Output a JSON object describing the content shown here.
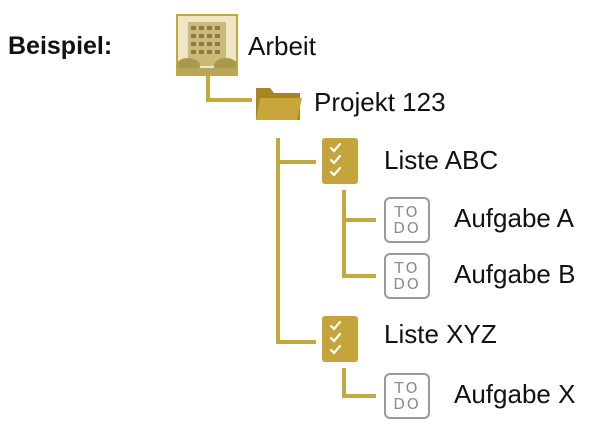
{
  "heading": "Beispiel:",
  "tree": {
    "root": {
      "label": "Arbeit",
      "icon": "building-photo-icon"
    },
    "project": {
      "label": "Projekt 123",
      "icon": "folder-icon"
    },
    "lists": [
      {
        "label": "Liste ABC",
        "icon": "checklist-icon",
        "tasks": [
          {
            "label": "Aufgabe A",
            "icon": "todo-icon",
            "icon_text": [
              "TO",
              "DO"
            ]
          },
          {
            "label": "Aufgabe B",
            "icon": "todo-icon",
            "icon_text": [
              "TO",
              "DO"
            ]
          }
        ]
      },
      {
        "label": "Liste XYZ",
        "icon": "checklist-icon",
        "tasks": [
          {
            "label": "Aufgabe X",
            "icon": "todo-icon",
            "icon_text": [
              "TO",
              "DO"
            ]
          }
        ]
      }
    ]
  },
  "colors": {
    "accent": "#c2a93d",
    "todo_border": "#9a9a9a",
    "text": "#111111"
  }
}
